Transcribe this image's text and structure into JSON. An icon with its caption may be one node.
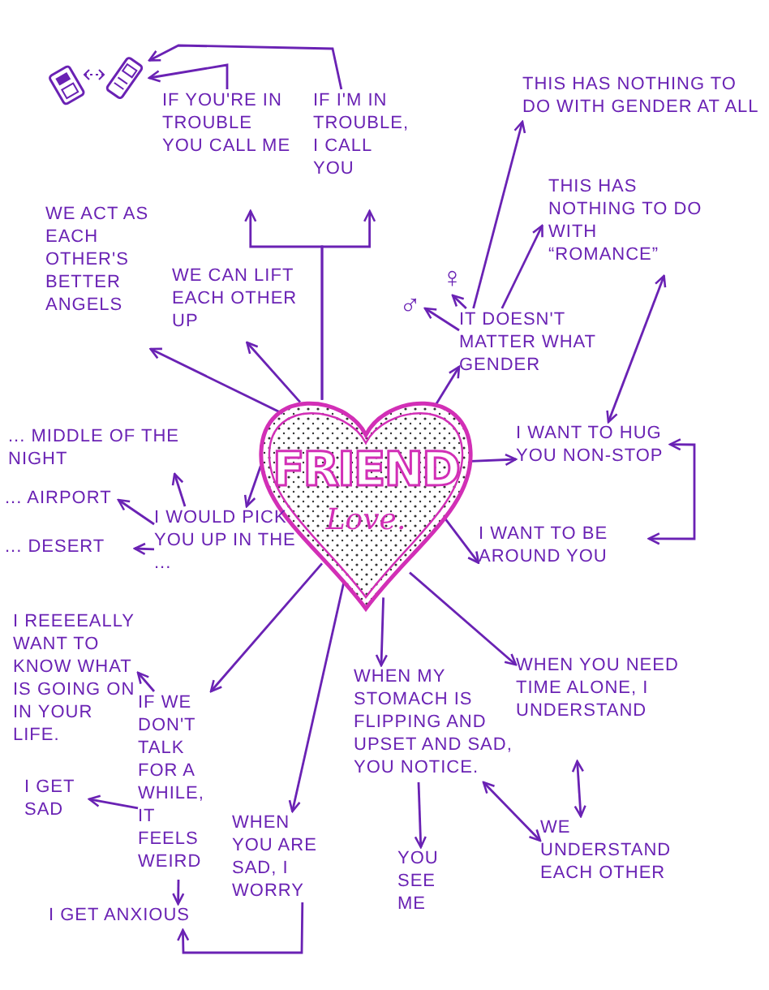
{
  "diagram": {
    "nodes": [
      {
        "text": [
          "FRIEND",
          "Love."
        ]
      },
      {
        "text": [],
        "shape": "picture"
      },
      {
        "text": [
          "IF YOU'RE IN TROUBLE YOU CALL ME"
        ]
      },
      {
        "text": [
          "IF I'M IN TROUBLE, I CALL YOU"
        ]
      },
      {
        "text": [
          "WE ACT AS EACH OTHER'S BETTER ANGELS"
        ]
      },
      {
        "text": [
          "WE CAN LIFT EACH OTHER UP"
        ]
      },
      {
        "text": [
          "THIS HAS NOTHING TO DO WITH GENDER AT ALL"
        ]
      },
      {
        "text": [
          "THIS HAS NOTHING TO DO WITH “ROMANCE”"
        ]
      },
      {
        "text": [
          "♂"
        ]
      },
      {
        "text": [
          "♀"
        ]
      },
      {
        "text": [
          "IT DOESN'T MATTER WHAT GENDER"
        ]
      },
      {
        "text": [
          "I WANT TO HUG YOU NON-STOP"
        ]
      },
      {
        "text": [
          "I WANT TO BE AROUND YOU"
        ]
      },
      {
        "text": [
          "... MIDDLE OF THE NIGHT"
        ]
      },
      {
        "text": [
          "... AIRPORT"
        ]
      },
      {
        "text": [
          "... DESERT"
        ]
      },
      {
        "text": [
          "I WOULD PICK YOU UP IN THE ..."
        ]
      },
      {
        "text": [
          "I REEEEALLY WANT TO KNOW WHAT IS GOING ON IN YOUR LIFE."
        ]
      },
      {
        "text": [
          "IF WE DON'T TALK FOR A WHILE, IT FEELS WEIRD"
        ]
      },
      {
        "text": [
          "I GET SAD"
        ]
      },
      {
        "text": [
          "I GET ANXIOUS"
        ]
      },
      {
        "text": [
          "WHEN YOU ARE SAD, I WORRY"
        ]
      },
      {
        "text": [
          "WHEN MY STOMACH IS FLIPPING AND UPSET AND SAD, YOU NOTICE."
        ]
      },
      {
        "text": [
          "YOU SEE ME"
        ]
      },
      {
        "text": [
          "WHEN YOU NEED TIME ALONE, I UNDERSTAND"
        ]
      },
      {
        "text": [
          "WE UNDERSTAND EACH OTHER"
        ]
      }
    ],
    "edges": [
      {
        "from": 2,
        "to": 1,
        "arrow": "to"
      },
      {
        "from": 3,
        "to": 1,
        "arrow": "to"
      },
      {
        "from": 0,
        "to": 2,
        "arrow": "to"
      },
      {
        "from": 0,
        "to": 3,
        "arrow": "to"
      },
      {
        "from": 0,
        "to": 4,
        "arrow": "to"
      },
      {
        "from": 0,
        "to": 5,
        "arrow": "to"
      },
      {
        "from": 0,
        "to": 10,
        "arrow": "to"
      },
      {
        "from": 10,
        "to": 8,
        "arrow": "to"
      },
      {
        "from": 10,
        "to": 9,
        "arrow": "to"
      },
      {
        "from": 10,
        "to": 6,
        "arrow": "to"
      },
      {
        "from": 10,
        "to": 7,
        "arrow": "to"
      },
      {
        "from": 7,
        "to": 11,
        "arrow": "both"
      },
      {
        "from": 0,
        "to": 11,
        "arrow": "to"
      },
      {
        "from": 11,
        "to": 12,
        "arrow": "both"
      },
      {
        "from": 0,
        "to": 12,
        "arrow": "to"
      },
      {
        "from": 0,
        "to": 16,
        "arrow": "to"
      },
      {
        "from": 16,
        "to": 13,
        "arrow": "to"
      },
      {
        "from": 16,
        "to": 14,
        "arrow": "to"
      },
      {
        "from": 16,
        "to": 15,
        "arrow": "to"
      },
      {
        "from": 0,
        "to": 18,
        "arrow": "to"
      },
      {
        "from": 18,
        "to": 17,
        "arrow": "to"
      },
      {
        "from": 18,
        "to": 19,
        "arrow": "to"
      },
      {
        "from": 18,
        "to": 20,
        "arrow": "to"
      },
      {
        "from": 21,
        "to": 20,
        "arrow": "to"
      },
      {
        "from": 0,
        "to": 21,
        "arrow": "to"
      },
      {
        "from": 0,
        "to": 22,
        "arrow": "to"
      },
      {
        "from": 0,
        "to": 24,
        "arrow": "to"
      },
      {
        "from": 22,
        "to": 23,
        "arrow": "to"
      },
      {
        "from": 22,
        "to": 25,
        "arrow": "both"
      },
      {
        "from": 24,
        "to": 25,
        "arrow": "both"
      }
    ]
  }
}
